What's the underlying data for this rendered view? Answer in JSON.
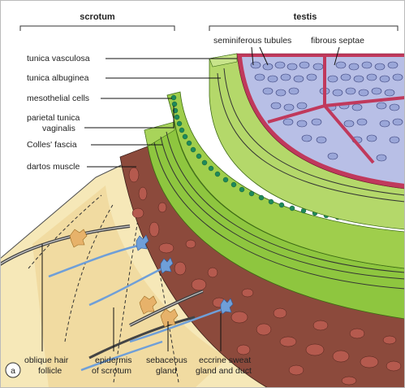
{
  "headers": {
    "scrotum": "scrotum",
    "testis": "testis"
  },
  "labels": {
    "tunica_vasculosa": "tunica vasculosa",
    "tunica_albuginea": "tunica albuginea",
    "mesothelial_cells": "mesothelial cells",
    "parietal_line1": "parietal tunica",
    "parietal_line2": "vaginalis",
    "colles_fascia": "Colles' fascia",
    "dartos_muscle": "dartos muscle",
    "seminiferous_tubules": "seminiferous tubules",
    "fibrous_septae": "fibrous septae",
    "hair_line1": "oblique hair",
    "hair_line2": "follicle",
    "epidermis_line1": "epidermis",
    "epidermis_line2": "of scrotum",
    "sebaceous_line1": "sebaceous",
    "sebaceous_line2": "gland",
    "eccrine_line1": "eccrine sweat",
    "eccrine_line2": "gland and duct"
  },
  "panel_letter": "a",
  "colors": {
    "skin_light": "#f6e8b8",
    "skin_mid": "#efd79a",
    "dermis": "#e9cf8a",
    "dartos": "#8c4a3c",
    "dartos_blob": "#b55a4e",
    "fascia_green": "#8ec63f",
    "albuginea_green": "#b4d86a",
    "mesothelium": "#1e8a5a",
    "tubule": "#9aa6d8",
    "septae": "#c0395c",
    "sweat": "#6f9fd8",
    "sebaceous": "#e7b26a",
    "hair": "#444444"
  }
}
